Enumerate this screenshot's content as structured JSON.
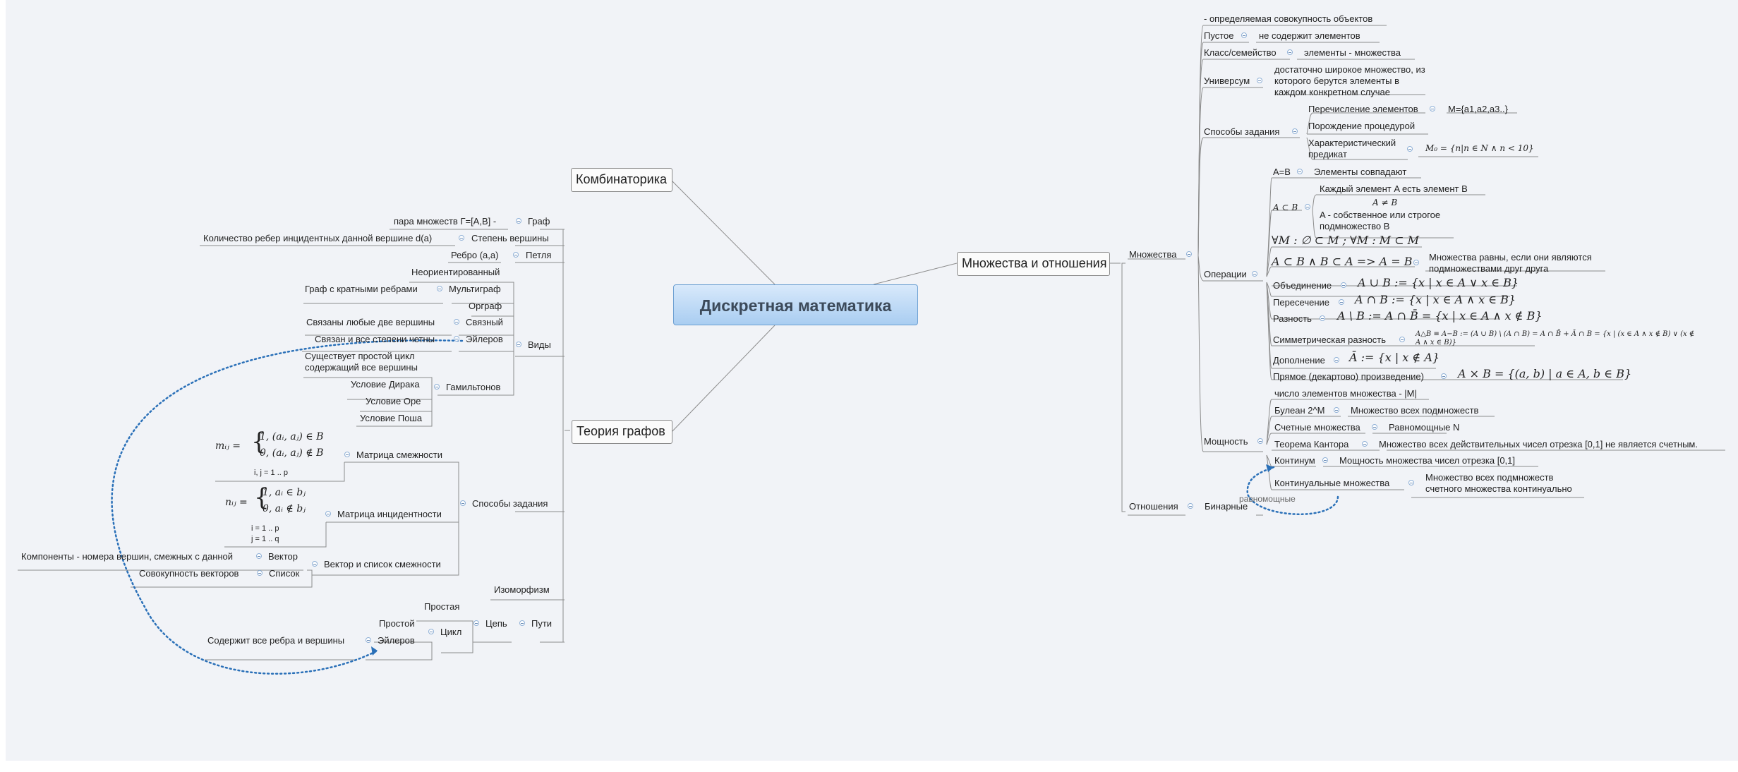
{
  "root": "Дискретная математика",
  "topics": {
    "comb": "Комбинаторика",
    "graphs": "Теория графов",
    "sets_rel": "Множества и отношения"
  },
  "sets": {
    "label": "Множества",
    "def": "- определяемая совокупность объектов",
    "empty": "Пустое",
    "empty_desc": "не содержит элементов",
    "class": "Класс/семейство",
    "class_desc": "элементы - множества",
    "universe": "Универсум",
    "universe_desc": "достаточно широкое множество, из которого берутся элементы в каждом конкретном случае",
    "ways": "Способы задания",
    "enum": "Перечисление элементов",
    "enum_ex": "M={a1,a2,a3..}",
    "proc": "Порождение процедурой",
    "pred": "Характеристический предикат",
    "pred_ex": "M₀ = {n|n ∈ N ∧ n < 10}",
    "ops": "Операции",
    "eq": "A=B",
    "eq_desc": "Элементы совпадают",
    "subset": "A ⊂ B",
    "subset_each": "Каждый элемент A  есть элемент B",
    "subset_neq": "A ≠ B",
    "subset_proper": "A - собственное или строгое подмножество B",
    "empty_subset": "∀M : ∅ ⊂ M ; ∀M : M ⊂ M",
    "mutual": "A ⊂ B ∧ B ⊂ A => A = B",
    "mutual_desc": "Множества равны, если они являются подмножествами друг друга",
    "union": "Объединение",
    "union_f": "A ∪ B := {x | x ∈ A ∨ x ∈ B}",
    "inter": "Пересечение",
    "inter_f": "A ∩ B := {x | x ∈ A ∧ x ∈ B}",
    "diff": "Разность",
    "diff_f": "A \\ B := A ∩ B̄ = {x | x ∈ A ∧ x ∉ B}",
    "symdiff": "Симметрическая разность",
    "symdiff_f": "A△B ≡ A−B := (A ∪ B) \\ (A ∩ B) = A ∩ B̄ + Ā ∩ B = {x | (x ∈ A ∧ x ∉ B) ∨ (x ∉ A ∧ x ∈ B)}",
    "compl": "Дополнение",
    "compl_f": "Ā := {x | x ∉ A}",
    "cart": "Прямое (декартово) произведение)",
    "cart_f": "A × B = {(a, b) | a ∈ A, b ∈ B}",
    "card": "Мощность",
    "card_def": "число элементов множества - |M|",
    "bool": "Булеан 2^M",
    "bool_desc": "Множество всех подмножеств",
    "countable": "Счетные множества",
    "countable_desc": "Равномощные N",
    "cantor": "Теорема Кантора",
    "cantor_desc": "Множество всех действительных чисел отрезка [0,1] не является счетным.",
    "continuum": "Континум",
    "continuum_desc": "Мощность множества чисел отрезка [0,1]",
    "cont_sets": "Континуальные множества",
    "cont_sets_desc": "Множество всех подмножеств счетного множества континуально"
  },
  "relations": {
    "label": "Отношения",
    "binary": "Бинарные",
    "equipotent_note": "равномощные"
  },
  "graphs": {
    "graph": "Граф",
    "graph_def": "пара множеств Г=[A,B] -",
    "degree": "Степень вершины",
    "degree_def": "Количество ребер инцидентных данной вершине d(a)",
    "loop": "Петля",
    "loop_def": "Ребро (a,a)",
    "kinds": "Виды",
    "undirected": "Неориентированный",
    "multigraph": "Мультиграф",
    "multigraph_def": "Граф с кратными ребрами",
    "digraph": "Орграф",
    "connected": "Связный",
    "connected_def": "Связаны любые две вершины",
    "euler": "Эйлеров",
    "euler_def": "Связан и все степени четны",
    "hamilton": "Гамильтонов",
    "hamilton_def": "Существует простой цикл содержащий все вершины",
    "dirac": "Условие Дирака",
    "ore": "Условие Оре",
    "posha": "Условие Поша",
    "ways": "Способы задания",
    "adj": "Матрица смежности",
    "adj_f1": "1,   (aᵢ, aⱼ) ∈ B",
    "adj_f0": "0,   (aᵢ, aⱼ) ∉ B",
    "adj_lhs": "mᵢⱼ =",
    "adj_idx": "i, j = 1 .. p",
    "inc": "Матрица инцидентности",
    "inc_f1": "1,   aᵢ ∈ bⱼ",
    "inc_f0": "0,   aᵢ ∉ bⱼ",
    "inc_lhs": "nᵢⱼ =",
    "inc_idx1": "i = 1 .. p",
    "inc_idx2": "j = 1 .. q",
    "veclist": "Вектор и список смежности",
    "vector": "Вектор",
    "vector_def": "Компоненты - номера вершин, смежных с данной",
    "list": "Список",
    "list_def": "Совокупность векторов",
    "iso": "Изоморфизм",
    "paths": "Пути",
    "chain": "Цепь",
    "simple": "Простая",
    "cycle": "Цикл",
    "cycle_simple": "Простой",
    "cycle_euler": "Эйлеров",
    "cycle_euler_def": "Содержит все ребра и вершины"
  }
}
